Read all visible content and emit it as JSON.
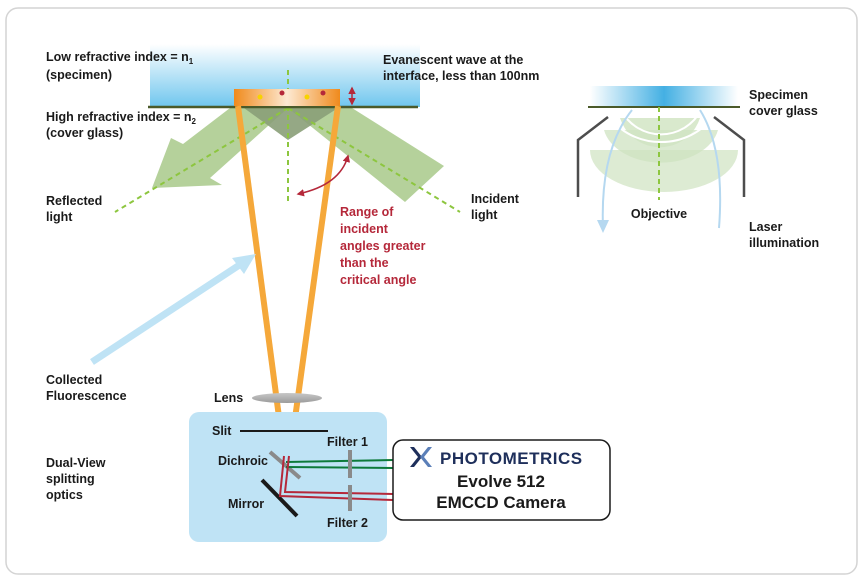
{
  "labels": {
    "low_index_1": "Low refractive index = n",
    "low_index_sub": "1",
    "low_index_2": "(specimen)",
    "evanescent_1": "Evanescent wave at the",
    "evanescent_2": "interface, less than 100nm",
    "high_index_1": "High refractive index = n",
    "high_index_sub": "2",
    "high_index_2": "(cover glass)",
    "reflected_1": "Reflected",
    "reflected_2": "light",
    "incident_1": "Incident",
    "incident_2": "light",
    "range_1": "Range of",
    "range_2": "incident",
    "range_3": "angles greater",
    "range_4": "than the",
    "range_5": "critical angle",
    "specimen_1": "Specimen",
    "specimen_2": "cover glass",
    "objective": "Objective",
    "laser_1": "Laser",
    "laser_2": "illumination",
    "collected_1": "Collected",
    "collected_2": "Fluorescence",
    "lens": "Lens",
    "slit": "Slit",
    "filter1": "Filter 1",
    "filter2": "Filter 2",
    "dichroic": "Dichroic",
    "mirror": "Mirror",
    "dualview_1": "Dual-View",
    "dualview_2": "splitting",
    "dualview_3": "optics"
  },
  "camera": {
    "brand": "PHOTOMETRICS",
    "line1": "Evolve 512",
    "line2": "EMCCD Camera"
  },
  "colors": {
    "green_beam": "#a8c98a",
    "orange_beam": "#f5a83a",
    "blue_splitter": "#bfe3f5",
    "red_text": "#b5283a",
    "brand_blue": "#1e2f5b"
  }
}
